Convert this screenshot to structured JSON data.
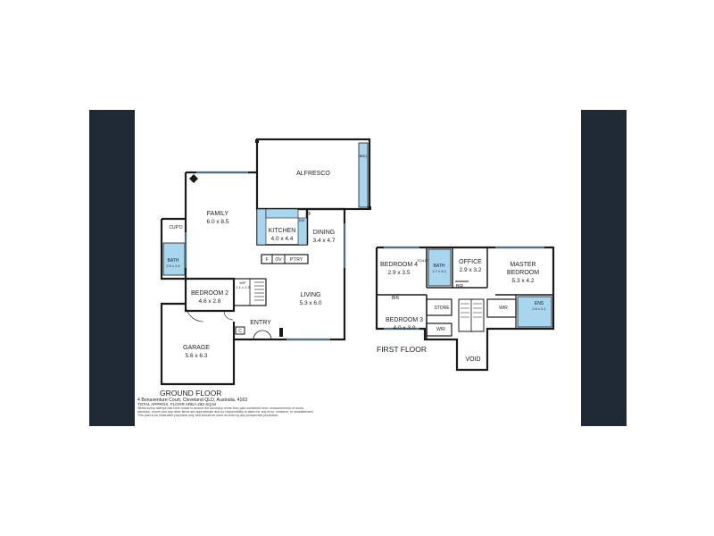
{
  "colors": {
    "side_panel": "#1f2a35",
    "wall": "#1a1a1a",
    "wet_area": "#a9d6ef",
    "window": "#6aa8cc"
  },
  "ground_floor": {
    "label": "GROUND FLOOR",
    "rooms": {
      "alfresco": {
        "name": "ALFRESCO"
      },
      "family": {
        "name": "FAMILY",
        "dims": "6.0 x 8.5"
      },
      "kitchen": {
        "name": "KITCHEN",
        "dims": "4.0 x 4.4"
      },
      "dining": {
        "name": "DINING",
        "dims": "3.4 x 4.7"
      },
      "cupd": {
        "name": "CUP'D"
      },
      "bath": {
        "name": "BATH",
        "dims": "2.0 x 2.5"
      },
      "bedroom2": {
        "name": "BEDROOM 2",
        "dims": "4.6 x 2.8"
      },
      "wip": {
        "name": "WIP",
        "dims": "1.1 x 1.3"
      },
      "living": {
        "name": "LIVING",
        "dims": "5.3 x 6.0"
      },
      "entry": {
        "name": "ENTRY"
      },
      "garage": {
        "name": "GARAGE",
        "dims": "5.6 x 6.3"
      },
      "c": {
        "name": "C"
      },
      "f1": {
        "name": "F"
      },
      "f2": {
        "name": "F"
      },
      "ov": {
        "name": "OV"
      },
      "ptry": {
        "name": "P'TRY"
      },
      "bbq": {
        "name": "BBQ"
      },
      "dw": {
        "name": "DW"
      }
    }
  },
  "first_floor": {
    "label": "FIRST FLOOR",
    "rooms": {
      "bedroom4": {
        "name": "BEDROOM 4",
        "dims": "2.9 x 3.5"
      },
      "toilet": {
        "name": "TOILET"
      },
      "bath": {
        "name": "BATH",
        "dims": "1.7 x 3.0"
      },
      "office": {
        "name": "OFFICE",
        "dims": "2.9 x 3.2"
      },
      "master": {
        "name": "MASTER",
        "name2": "BEDROOM",
        "dims": "5.3 x 4.2"
      },
      "bir1": {
        "name": "BIR"
      },
      "bir2": {
        "name": "BIR"
      },
      "store": {
        "name": "STORE"
      },
      "bedroom3": {
        "name": "BEDROOM 3",
        "dims": "4.0 x 3.0"
      },
      "wir1": {
        "name": "WIR"
      },
      "wir2": {
        "name": "WIR"
      },
      "ens": {
        "name": "ENS",
        "dims": "2.6 x 2.1"
      },
      "void": {
        "name": "VOID"
      }
    }
  },
  "footer": {
    "address": "4 Bonaventure Court, Cleveland QLD, Australia, 4163",
    "area": "TOTAL APPROX. FLOOR AREA 282 SQ.M",
    "disclaimer_1": "Whilst every attempt has been made to ensure the accuracy of the floor plan contained here, measurements of doors,",
    "disclaimer_2": "windows, rooms and any other items are approximate and no responsibility is taken for any error, omission, or misstatement.",
    "disclaimer_3": "This plan is for illustrative purposes only and should be used as such by any prospective purchaser."
  }
}
